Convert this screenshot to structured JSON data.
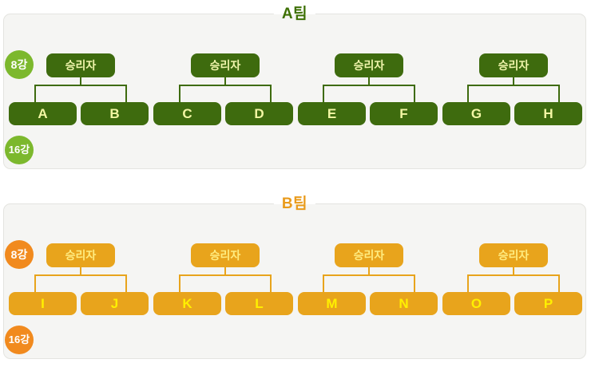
{
  "page": {
    "background": "#ffffff"
  },
  "teams": [
    {
      "name": "A팀",
      "round8_badge": "8강",
      "round16_badge": "16강",
      "theme_colors": {
        "title": "#3e7004",
        "badge": "#7cb82d",
        "node_fill": "#3e6b0e",
        "winner_text": "#eff4ab",
        "slot_text": "#f3f7a4",
        "connector": "#3e6b0e",
        "panel_bg": "#f5f5f3",
        "panel_border": "#e4e4e0"
      },
      "brackets": [
        {
          "winner_label": "승리자",
          "slots": [
            "A",
            "B"
          ]
        },
        {
          "winner_label": "승리자",
          "slots": [
            "C",
            "D"
          ]
        },
        {
          "winner_label": "승리자",
          "slots": [
            "E",
            "F"
          ]
        },
        {
          "winner_label": "승리자",
          "slots": [
            "G",
            "H"
          ]
        }
      ]
    },
    {
      "name": "B팀",
      "round8_badge": "8강",
      "round16_badge": "16강",
      "theme_colors": {
        "title": "#e99b1c",
        "badge": "#f18a1e",
        "node_fill": "#e8a41c",
        "winner_text": "#ffec80",
        "slot_text": "#fff000",
        "connector": "#e8a41c",
        "panel_bg": "#f5f5f3",
        "panel_border": "#e4e4e0"
      },
      "brackets": [
        {
          "winner_label": "승리자",
          "slots": [
            "I",
            "J"
          ]
        },
        {
          "winner_label": "승리자",
          "slots": [
            "K",
            "L"
          ]
        },
        {
          "winner_label": "승리자",
          "slots": [
            "M",
            "N"
          ]
        },
        {
          "winner_label": "승리자",
          "slots": [
            "O",
            "P"
          ]
        }
      ]
    }
  ]
}
